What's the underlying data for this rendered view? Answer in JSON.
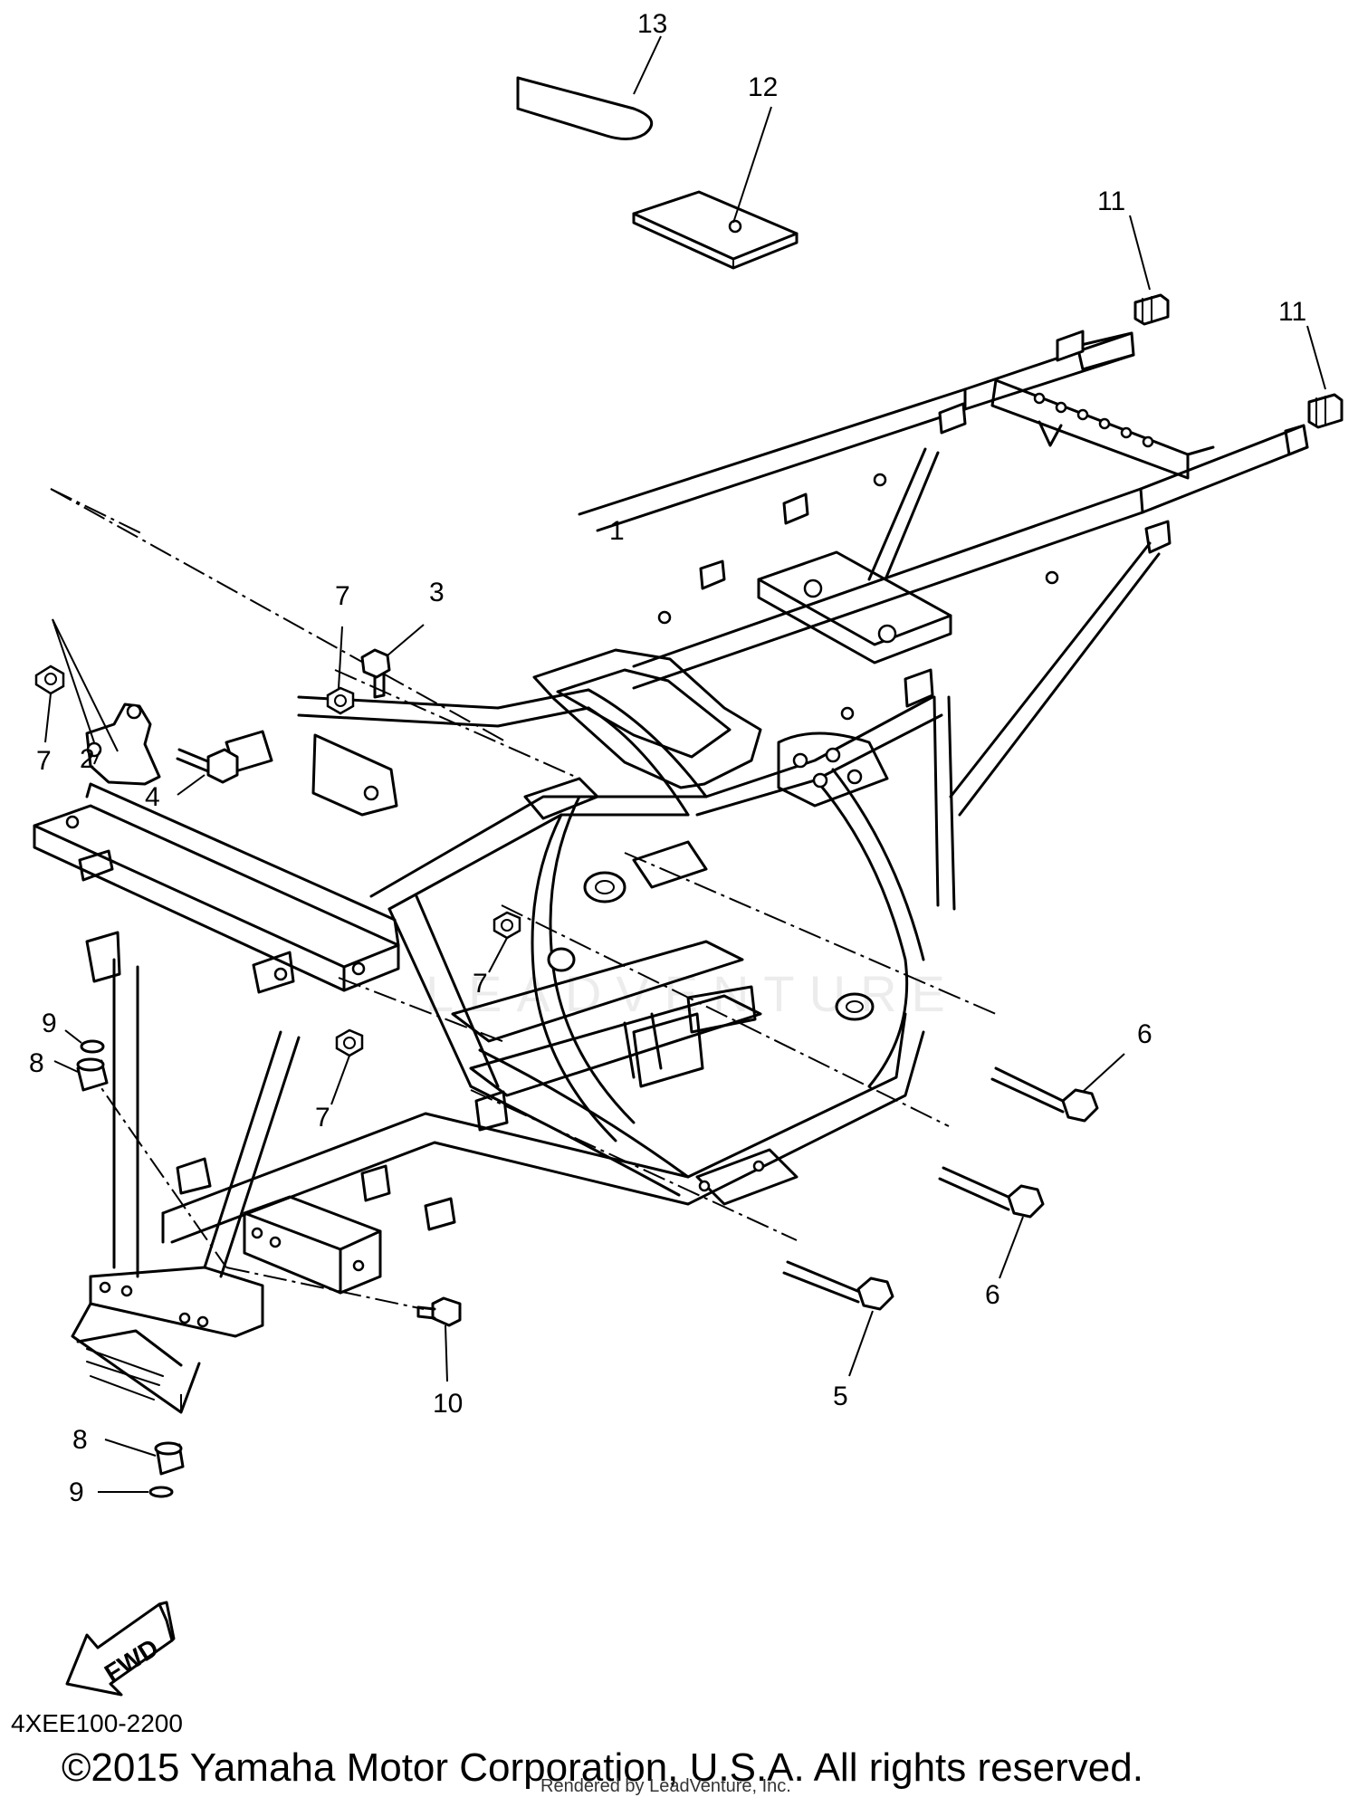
{
  "callouts": {
    "n1": "1",
    "n2": "2",
    "n3": "3",
    "n4": "4",
    "n5": "5",
    "n6a": "6",
    "n6b": "6",
    "n7a": "7",
    "n7b": "7",
    "n7c": "7",
    "n7d": "7",
    "n8a": "8",
    "n8b": "8",
    "n9a": "9",
    "n9b": "9",
    "n10": "10",
    "n11a": "11",
    "n11b": "11",
    "n12": "12",
    "n13": "13"
  },
  "direction_arrow": {
    "label": "FWD",
    "icon": "arrow-icon"
  },
  "watermark": "LEADVENTURE",
  "reference_code": "4XEE100-2200",
  "copyright": "©2015 Yamaha Motor Corporation, U.S.A. All rights reserved.",
  "rendered_by": "Rendered by LeadVenture, Inc."
}
